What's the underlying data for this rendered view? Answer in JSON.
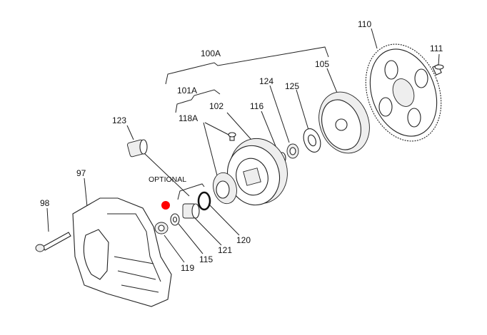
{
  "labels": {
    "p110": "110",
    "p111": "111",
    "p100A": "100A",
    "p105": "105",
    "p124": "124",
    "p125": "125",
    "p101A": "101A",
    "p116": "116",
    "p102": "102",
    "p118A": "118A",
    "p123": "123",
    "p97": "97",
    "optional": "OPTIONAL",
    "p98": "98",
    "p120": "120",
    "p121": "121",
    "p115": "115",
    "p119": "119"
  },
  "colors": {
    "marker": "#ff0000",
    "line": "#222222"
  }
}
